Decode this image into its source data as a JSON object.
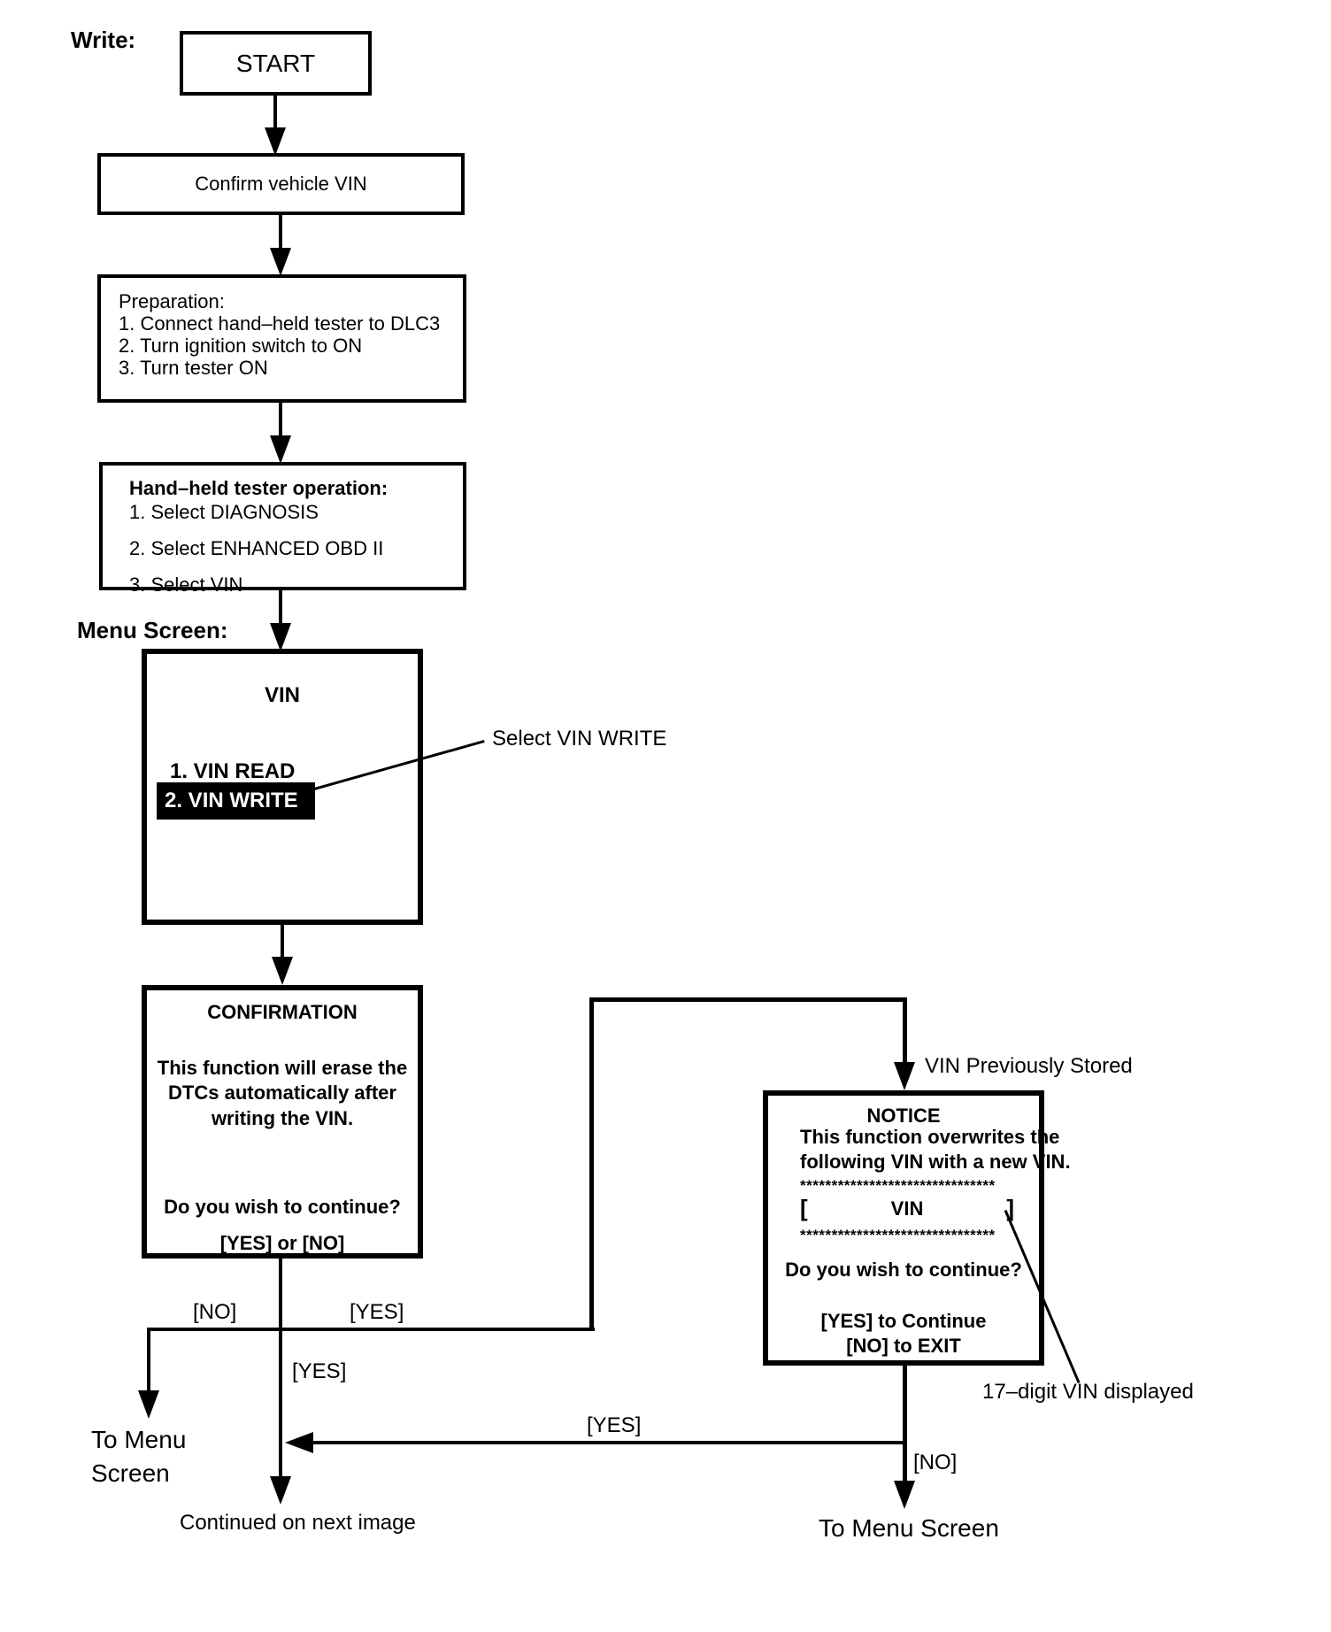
{
  "labels": {
    "write": "Write:",
    "menu_screen": "Menu Screen:",
    "select_vin_write": "Select VIN WRITE",
    "vin_previously_stored": "VIN Previously Stored",
    "seventeen_digit_vin": "17–digit VIN displayed",
    "no_branch": "[NO]",
    "yes_branch": "[YES]",
    "yes_center": "[YES]",
    "yes_long": "[YES]",
    "no_notice": "[NO]",
    "to_menu_left_line1": "To Menu",
    "to_menu_left_line2": "Screen",
    "continued": "Continued on next image",
    "to_menu_right": "To Menu Screen"
  },
  "boxes": {
    "start": {
      "label": "START"
    },
    "confirm_vin": {
      "label": "Confirm vehicle VIN"
    },
    "preparation": {
      "title": "Preparation:",
      "steps": [
        "1. Connect hand–held tester to DLC3",
        "2. Turn ignition switch to ON",
        "3. Turn tester ON"
      ]
    },
    "tester_operation": {
      "title": "Hand–held tester operation:",
      "steps": [
        "1. Select DIAGNOSIS",
        "2. Select ENHANCED OBD II",
        "3. Select VIN"
      ]
    },
    "vin_menu": {
      "title": "VIN",
      "item1": "1. VIN READ",
      "item2": "2. VIN WRITE"
    },
    "confirmation": {
      "title": "CONFIRMATION",
      "body": [
        "This function will erase the",
        "DTCs automatically after",
        "writing the VIN."
      ],
      "question": "Do you wish to continue?",
      "options": "[YES] or [NO]"
    },
    "notice": {
      "title": "NOTICE",
      "body": [
        "This function overwrites the",
        "following VIN with a new VIN."
      ],
      "asterisks_top": "*******************************",
      "vin_left_bracket": "[",
      "vin_label": "VIN",
      "vin_right_bracket": "]",
      "asterisks_bottom": "*******************************",
      "question": "Do you wish to continue?",
      "yes_line": "[YES] to Continue",
      "no_line": "[NO] to EXIT"
    }
  },
  "colors": {
    "ink": "#000000",
    "paper": "#ffffff",
    "highlight_bg": "#000000",
    "highlight_text": "#ffffff"
  }
}
